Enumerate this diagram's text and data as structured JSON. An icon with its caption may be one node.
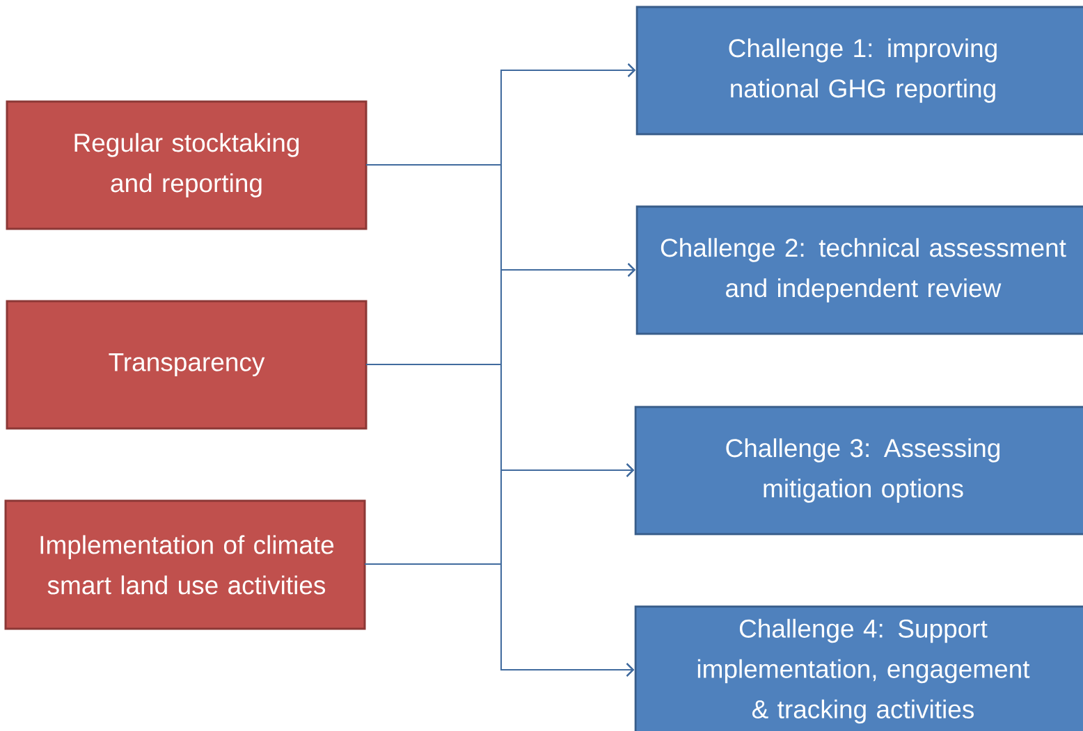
{
  "diagram": {
    "nodes": [
      {
        "text": [
          "Regular stocktaking and reporting"
        ]
      },
      {
        "text": [
          "Transparency"
        ]
      },
      {
        "text": [
          "Implementation of climate smart land use activities"
        ]
      },
      {
        "text": [
          "Challenge 1: improving national GHG reporting"
        ]
      },
      {
        "text": [
          "Challenge 2: technical assessment and independent review"
        ]
      },
      {
        "text": [
          "Challenge 3: Assessing mitigation options"
        ]
      },
      {
        "text": [
          "Challenge 4: Support implementation, engagement & tracking activities"
        ]
      }
    ],
    "edges": [
      {
        "from": 0,
        "to": 3,
        "arrow": "to"
      },
      {
        "from": 0,
        "to": 4,
        "arrow": "to"
      },
      {
        "from": 0,
        "to": 5,
        "arrow": "to"
      },
      {
        "from": 0,
        "to": 6,
        "arrow": "to"
      },
      {
        "from": 1,
        "to": 3,
        "arrow": "to"
      },
      {
        "from": 1,
        "to": 4,
        "arrow": "to"
      },
      {
        "from": 1,
        "to": 5,
        "arrow": "to"
      },
      {
        "from": 1,
        "to": 6,
        "arrow": "to"
      },
      {
        "from": 2,
        "to": 3,
        "arrow": "to"
      },
      {
        "from": 2,
        "to": 4,
        "arrow": "to"
      },
      {
        "from": 2,
        "to": 5,
        "arrow": "to"
      },
      {
        "from": 2,
        "to": 6,
        "arrow": "to"
      }
    ]
  }
}
